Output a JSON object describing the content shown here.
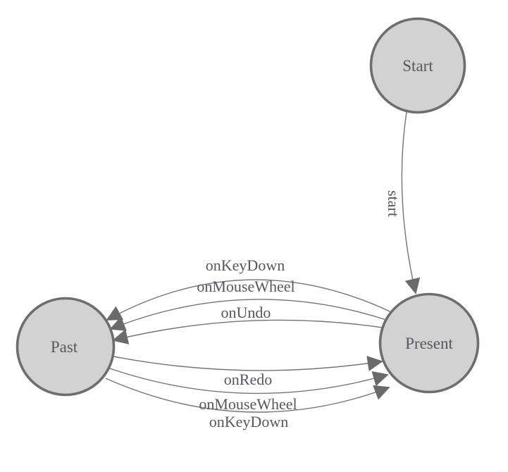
{
  "diagram": {
    "type": "state-machine",
    "background_color": "#ffffff",
    "colors": {
      "node_fill": "#d2d2d2",
      "node_stroke": "#6e6e6e",
      "edge_stroke": "#747474",
      "arrow_fill": "#6a6a6a",
      "label_text": "#56575c"
    },
    "nodes": {
      "start": {
        "label": "Start"
      },
      "past": {
        "label": "Past"
      },
      "present": {
        "label": "Present"
      }
    },
    "edges": {
      "start_to_present": {
        "from": "Start",
        "to": "Present",
        "label": "start"
      },
      "present_to_past_keydown": {
        "from": "Present",
        "to": "Past",
        "label": "onKeyDown"
      },
      "present_to_past_mousewheel": {
        "from": "Present",
        "to": "Past",
        "label": "onMouseWheel"
      },
      "present_to_past_undo": {
        "from": "Present",
        "to": "Past",
        "label": "onUndo"
      },
      "past_to_present_redo": {
        "from": "Past",
        "to": "Present",
        "label": "onRedo"
      },
      "past_to_present_mousewheel": {
        "from": "Past",
        "to": "Present",
        "label": "onMouseWheel"
      },
      "past_to_present_keydown": {
        "from": "Past",
        "to": "Present",
        "label": "onKeyDown"
      }
    }
  }
}
